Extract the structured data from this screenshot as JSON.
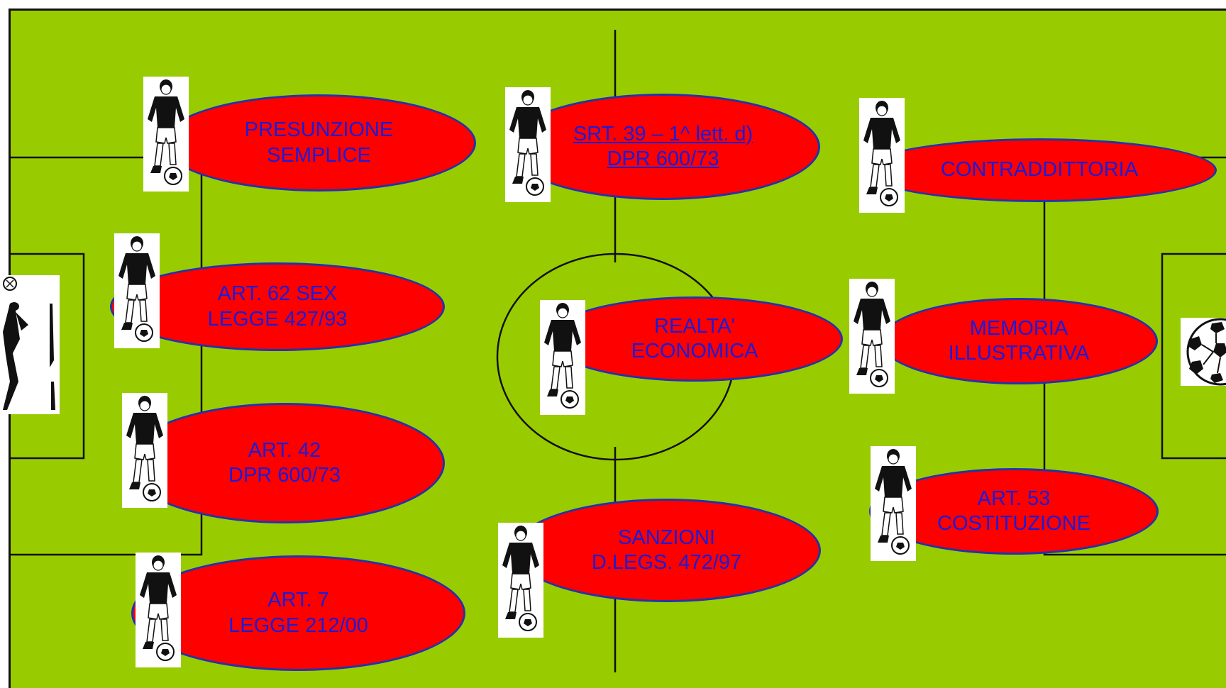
{
  "colors": {
    "pitch": "#99cc00",
    "ellipse_fill": "#ff0000",
    "ellipse_border": "#2233aa",
    "label_text": "#1c1cd6",
    "lines": "#111111"
  },
  "icons": [
    "player-icon",
    "goalkeeper-icon",
    "soccer-ball-icon"
  ],
  "nodes": [
    {
      "id": "presunzione-semplice",
      "text": "PRESUNZIONE\nSEMPLICE",
      "underlined": false
    },
    {
      "id": "art-62-sex",
      "text": "ART. 62 SEX\nLEGGE  427/93",
      "underlined": false
    },
    {
      "id": "art-42",
      "text": "ART.  42\nDPR 600/73",
      "underlined": false
    },
    {
      "id": "art-7",
      "text": "ART. 7\nLEGGE 212/00",
      "underlined": false
    },
    {
      "id": "srt-39",
      "text": "SRT. 39 – 1^ lett. d)\nDPR 600/73",
      "underlined": true
    },
    {
      "id": "realta-economica",
      "text": "REALTA'\nECONOMICA",
      "underlined": false
    },
    {
      "id": "sanzioni",
      "text": "SANZIONI\nD.LEGS. 472/97",
      "underlined": false
    },
    {
      "id": "contraddittoria",
      "text": "CONTRADDITTORIA",
      "underlined": false
    },
    {
      "id": "memoria-illustrativa",
      "text": "MEMORIA\nILLUSTRATIVA",
      "underlined": false
    },
    {
      "id": "art-53",
      "text": "ART. 53\nCOSTITUZIONE",
      "underlined": false
    }
  ]
}
